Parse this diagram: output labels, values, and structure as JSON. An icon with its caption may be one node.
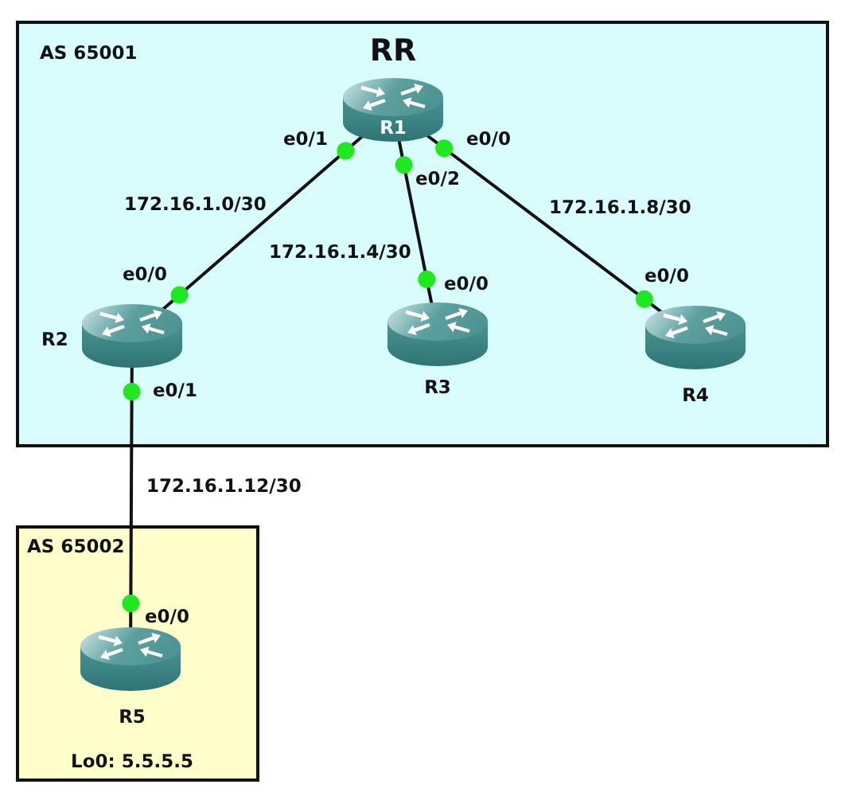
{
  "diagram": {
    "nodes": [
      {
        "text": [
          "AS 65001"
        ]
      },
      {
        "text": [
          "R1"
        ],
        "in": 0,
        "beside": [
          "RR"
        ]
      },
      {
        "text": [
          "R2"
        ],
        "in": 0
      },
      {
        "text": [
          "R3"
        ],
        "in": 0
      },
      {
        "text": [
          "R4"
        ],
        "in": 0
      },
      {
        "text": [
          "AS 65002"
        ]
      },
      {
        "text": [
          "R5"
        ],
        "in": 5,
        "beside": [
          "Lo0: 5.5.5.5"
        ]
      }
    ],
    "edges": [
      {
        "from": 1,
        "to": 2,
        "arrow": "other",
        "label": "172.16.1.0/30"
      },
      {
        "from": 1,
        "to": 3,
        "arrow": "other",
        "label": "172.16.1.4/30"
      },
      {
        "from": 1,
        "to": 4,
        "arrow": "other",
        "label": "172.16.1.8/30"
      },
      {
        "from": 2,
        "to": 6,
        "arrow": "other",
        "label": "172.16.1.12/30"
      }
    ],
    "labels": [
      "e0/1",
      "e0/0",
      "e0/2",
      "e0/0",
      "e0/0",
      "e0/0",
      "e0/1",
      "e0/0"
    ]
  }
}
